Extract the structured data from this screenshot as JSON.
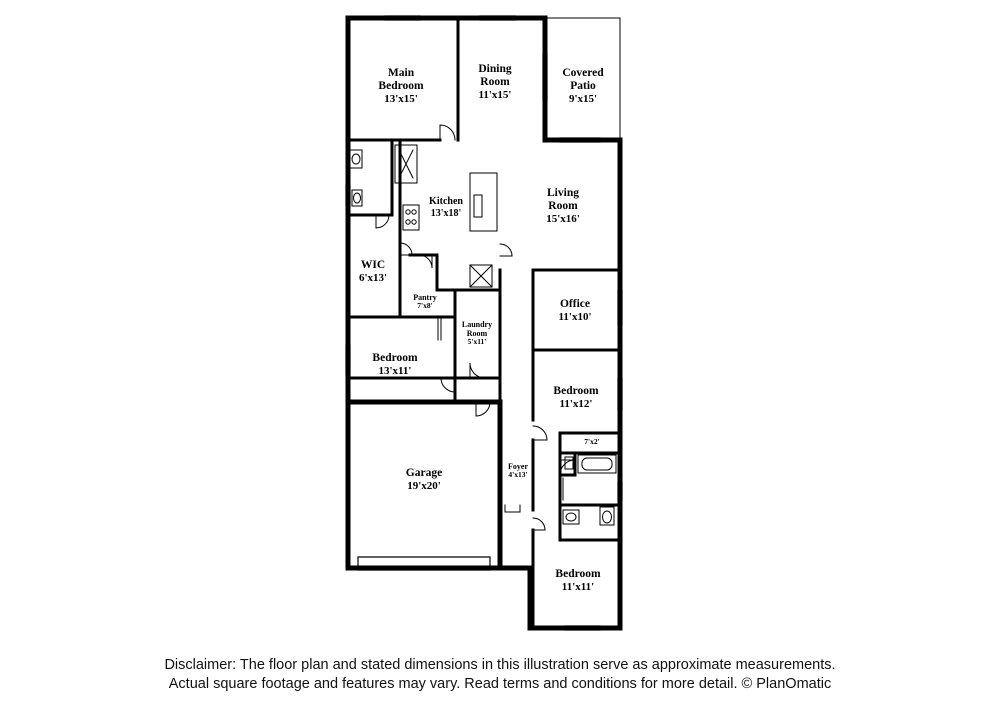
{
  "rooms": {
    "main_bedroom": {
      "name": "Main Bedroom",
      "dims": "13'x15'"
    },
    "dining_room": {
      "name": "Dining Room",
      "dims": "11'x15'"
    },
    "covered_patio": {
      "name": "Covered Patio",
      "dims": "9'x15'"
    },
    "kitchen": {
      "name": "Kitchen",
      "dims": "13'x18'"
    },
    "living_room": {
      "name": "Living Room",
      "dims": "15'x16'"
    },
    "wic": {
      "name": "WIC",
      "dims": "6'x13'"
    },
    "pantry": {
      "name": "Pantry",
      "dims": "7'x8'"
    },
    "laundry_room": {
      "name": "Laundry Room",
      "dims": "5'x11'"
    },
    "office": {
      "name": "Office",
      "dims": "11'x10'"
    },
    "bedroom_left": {
      "name": "Bedroom",
      "dims": "13'x11'"
    },
    "bedroom_right": {
      "name": "Bedroom",
      "dims": "11'x12'"
    },
    "closet": {
      "name": "",
      "dims": "7'x2'"
    },
    "garage": {
      "name": "Garage",
      "dims": "19'x20'"
    },
    "foyer": {
      "name": "Foyer",
      "dims": "4'x13'"
    },
    "bedroom_bottom": {
      "name": "Bedroom",
      "dims": "11'x11'"
    }
  },
  "disclaimer": {
    "line1": "Disclaimer: The floor plan and stated dimensions in this illustration serve as approximate measurements.",
    "line2": "Actual square footage and features may vary. Read terms and conditions for more detail. © PlanOmatic"
  }
}
